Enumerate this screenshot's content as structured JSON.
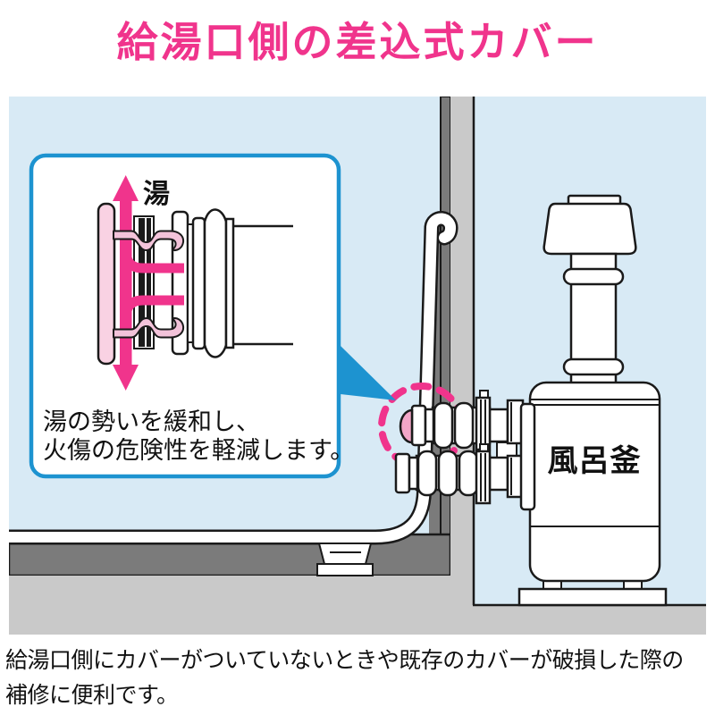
{
  "title": {
    "text": "給湯口側の差込式カバー"
  },
  "inset": {
    "hot_water_label": "湯",
    "caption_line1": "湯の勢いを緩和し、",
    "caption_line2": "火傷の危険性を軽減します。"
  },
  "diagram": {
    "heater_label": "風呂釜"
  },
  "footer": {
    "line1": "給湯口側にカバーがついていないときや既存のカバーが破損した際の",
    "line2": "補修に便利です。"
  },
  "colors": {
    "accent_pink": "#F0348C",
    "cover_face_pink": "#F9D2E3",
    "clip_pink": "#F3C3DA",
    "cap_pink": "#F3A6C8",
    "callout_blue": "#1D93D0",
    "diagram_background_blue": "#D8EAF5",
    "wall_light_gray": "#C9C9C9",
    "tub_dark_gray": "#7B7B7B",
    "outline_black": "#1A1A1A"
  }
}
